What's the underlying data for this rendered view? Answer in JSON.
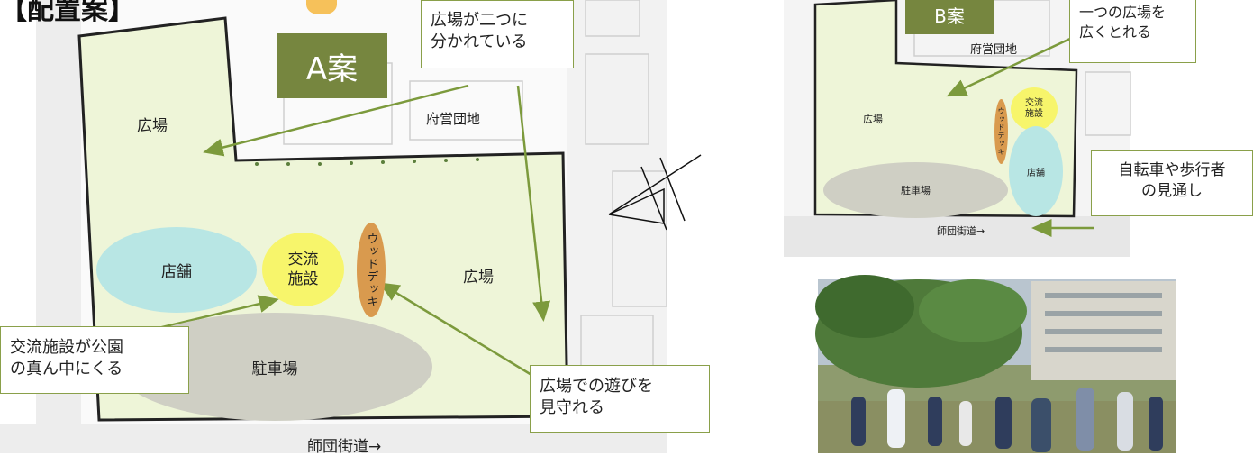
{
  "title": "【配置案】",
  "planA": {
    "label": "A案",
    "labels": {
      "plaza_top": "広場",
      "housing": "府営団地",
      "store": "店舗",
      "exchange": "交流\n施設",
      "wood_deck": "ウッドデッキ",
      "plaza_right": "広場",
      "parking": "駐車場",
      "road": "師団街道→"
    },
    "callouts": {
      "split_plaza": "広場が二つに\n分かれている",
      "center_facility": "交流施設が公園\nの真ん中にくる",
      "watch_play": "広場での遊びを\n見守れる"
    }
  },
  "planB": {
    "label": "B案",
    "labels": {
      "housing": "府営団地",
      "plaza": "広場",
      "wood_deck": "ウッドデッキ",
      "exchange": "交流\n施設",
      "store": "店舗",
      "parking": "駐車場",
      "road": "師団街道→"
    },
    "callouts": {
      "wide_plaza": "一つの広場を\n広くとれる",
      "visibility": "自転車や歩行者\nの見通し"
    }
  },
  "colors": {
    "accent": "#76863f",
    "site_fill": "#eef5d8",
    "store": "#b8e6e4",
    "exchange": "#f7f56b",
    "wood_deck": "#d99a4e",
    "parking": "#cfcfc4",
    "arrow": "#7c9a3c"
  }
}
